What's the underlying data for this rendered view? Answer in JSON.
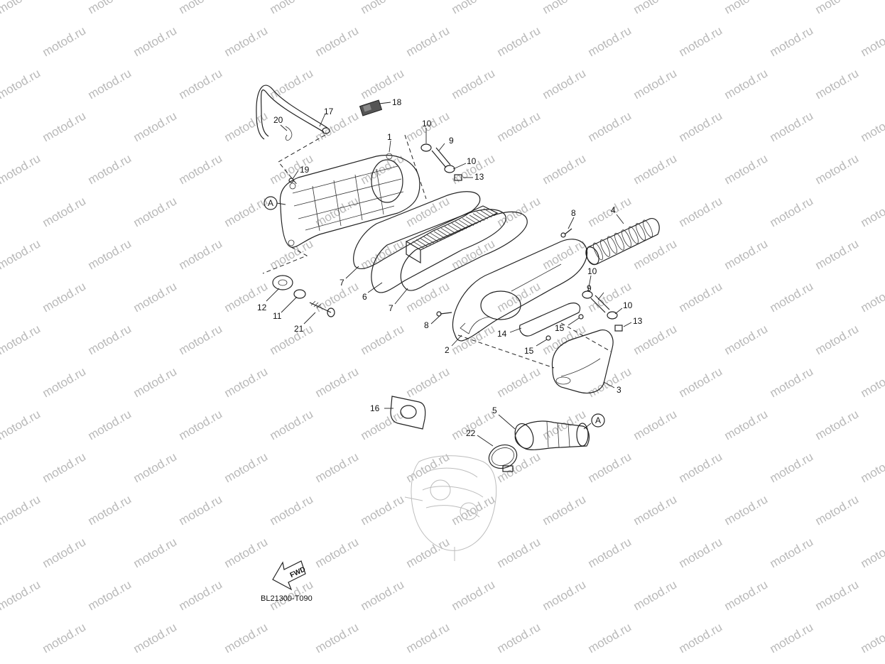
{
  "watermark": {
    "text": "motod.ru"
  },
  "figure_code": "BL21300-T090",
  "fwd_label": "FWD",
  "callouts": [
    {
      "id": "c1",
      "label": "1"
    },
    {
      "id": "c2",
      "label": "2"
    },
    {
      "id": "c3",
      "label": "3"
    },
    {
      "id": "c4",
      "label": "4"
    },
    {
      "id": "c5",
      "label": "5"
    },
    {
      "id": "c6",
      "label": "6"
    },
    {
      "id": "c7a",
      "label": "7"
    },
    {
      "id": "c7b",
      "label": "7"
    },
    {
      "id": "c8a",
      "label": "8"
    },
    {
      "id": "c8b",
      "label": "8"
    },
    {
      "id": "c9a",
      "label": "9"
    },
    {
      "id": "c9b",
      "label": "9"
    },
    {
      "id": "c10a",
      "label": "10"
    },
    {
      "id": "c10b",
      "label": "10"
    },
    {
      "id": "c10c",
      "label": "10"
    },
    {
      "id": "c10d",
      "label": "10"
    },
    {
      "id": "c11",
      "label": "11"
    },
    {
      "id": "c12",
      "label": "12"
    },
    {
      "id": "c13a",
      "label": "13"
    },
    {
      "id": "c13b",
      "label": "13"
    },
    {
      "id": "c14",
      "label": "14"
    },
    {
      "id": "c15a",
      "label": "15"
    },
    {
      "id": "c15b",
      "label": "15"
    },
    {
      "id": "c16",
      "label": "16"
    },
    {
      "id": "c17",
      "label": "17"
    },
    {
      "id": "c18",
      "label": "18"
    },
    {
      "id": "c19",
      "label": "19"
    },
    {
      "id": "c20",
      "label": "20"
    },
    {
      "id": "c21",
      "label": "21"
    },
    {
      "id": "c22",
      "label": "22"
    }
  ],
  "ref_markers": [
    {
      "id": "refA1",
      "label": "A"
    },
    {
      "id": "refA2",
      "label": "A"
    }
  ]
}
